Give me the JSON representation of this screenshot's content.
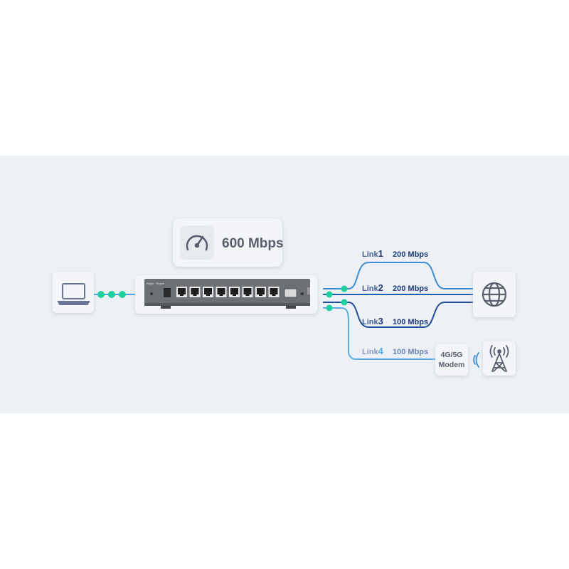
{
  "speed_badge": {
    "text": "600 Mbps",
    "icon": "speedometer-icon"
  },
  "links": [
    {
      "name": "Link",
      "num": "1",
      "speed": "200 Mbps",
      "color": "#3a8fd6"
    },
    {
      "name": "Link",
      "num": "2",
      "speed": "200 Mbps",
      "color": "#1f5fb3"
    },
    {
      "name": "Link",
      "num": "3",
      "speed": "100 Mbps",
      "color": "#1f4e9a"
    },
    {
      "name": "Link",
      "num": "4",
      "speed": "100 Mbps",
      "color": "#5aaee8"
    }
  ],
  "modem": {
    "line1": "4G/5G",
    "line2": "Modem"
  },
  "router": {
    "brand": "Ruijie · Reyee",
    "port_count": 8
  },
  "icons": {
    "laptop": "laptop-icon",
    "internet": "globe-icon",
    "wireless": "wifi-signal-icon",
    "tower": "cell-tower-icon"
  },
  "colors": {
    "dots": "#1fd1a1",
    "text_dark": "#1d3c7a",
    "text_muted": "#6b84b5",
    "icon": "#5a5f6e"
  }
}
